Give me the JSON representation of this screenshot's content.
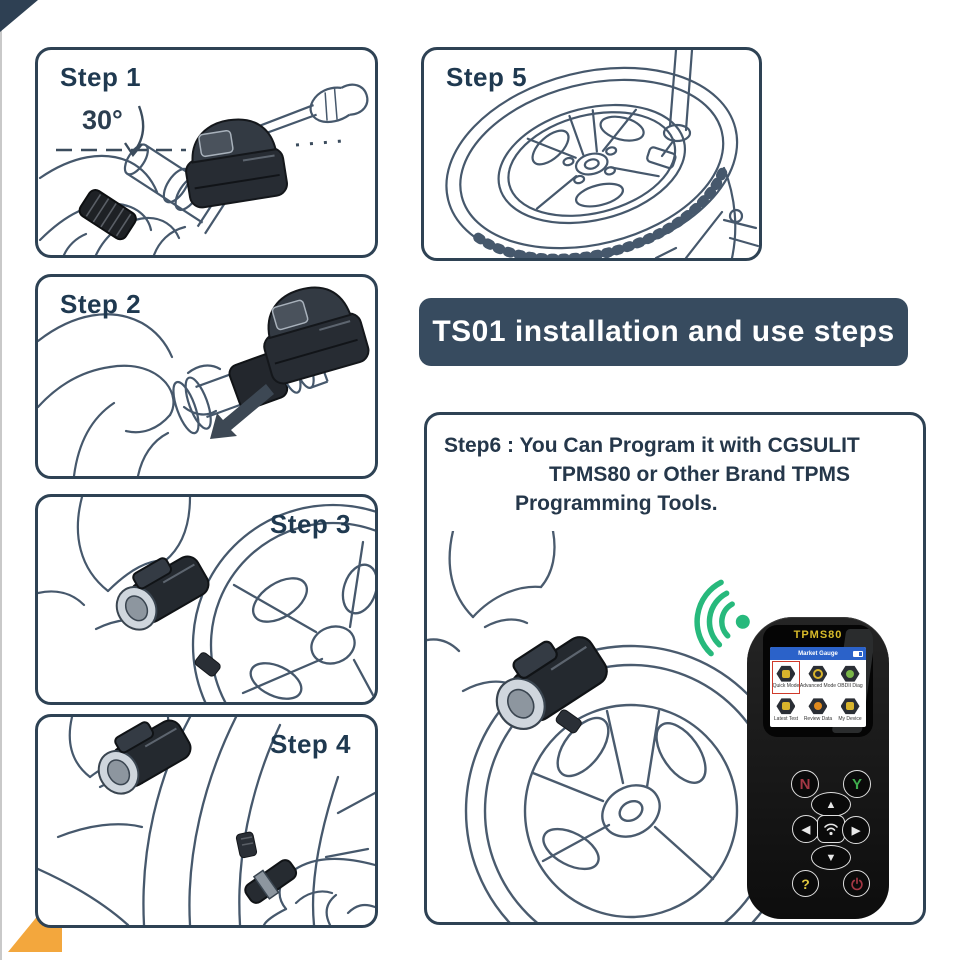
{
  "decor": {
    "top_left_triangle_color": "#2e4053",
    "bottom_left_triangle_color": "#f3a73d"
  },
  "banner": {
    "title": "TS01 installation and use steps",
    "bg": "#374b5f",
    "text_color": "#ffffff"
  },
  "steps": [
    {
      "label": "Step 1",
      "annotation": "30°"
    },
    {
      "label": "Step 2"
    },
    {
      "label": "Step 3"
    },
    {
      "label": "Step 4"
    },
    {
      "label": "Step 5"
    }
  ],
  "step6": {
    "line1": "Step6 : You Can Program it with CGSULIT",
    "line2": "TPMS80 or Other Brand TPMS",
    "line3": "Programming Tools."
  },
  "device": {
    "brand": "TPMS80",
    "screen": {
      "header": "Market Gauge",
      "menu": [
        {
          "label": "Quick Mode"
        },
        {
          "label": "Advanced Mode"
        },
        {
          "label": "OBDII Diag"
        },
        {
          "label": "Latest Test"
        },
        {
          "label": "Review Data"
        },
        {
          "label": "My Device"
        }
      ],
      "selected": "Quick Mode"
    },
    "keys": {
      "no": "N",
      "yes": "Y",
      "up": "▲",
      "down": "▼",
      "left": "◀",
      "right": "▶",
      "help": "?"
    }
  },
  "colors": {
    "panel_border": "#2e4254",
    "label_text": "#1f3950",
    "line_art": "#46586c",
    "signal_green": "#27b97c",
    "screen_header_blue": "#2b62c9",
    "selection_red": "#cf3a2a",
    "brand_gold": "#d8bb2a"
  }
}
